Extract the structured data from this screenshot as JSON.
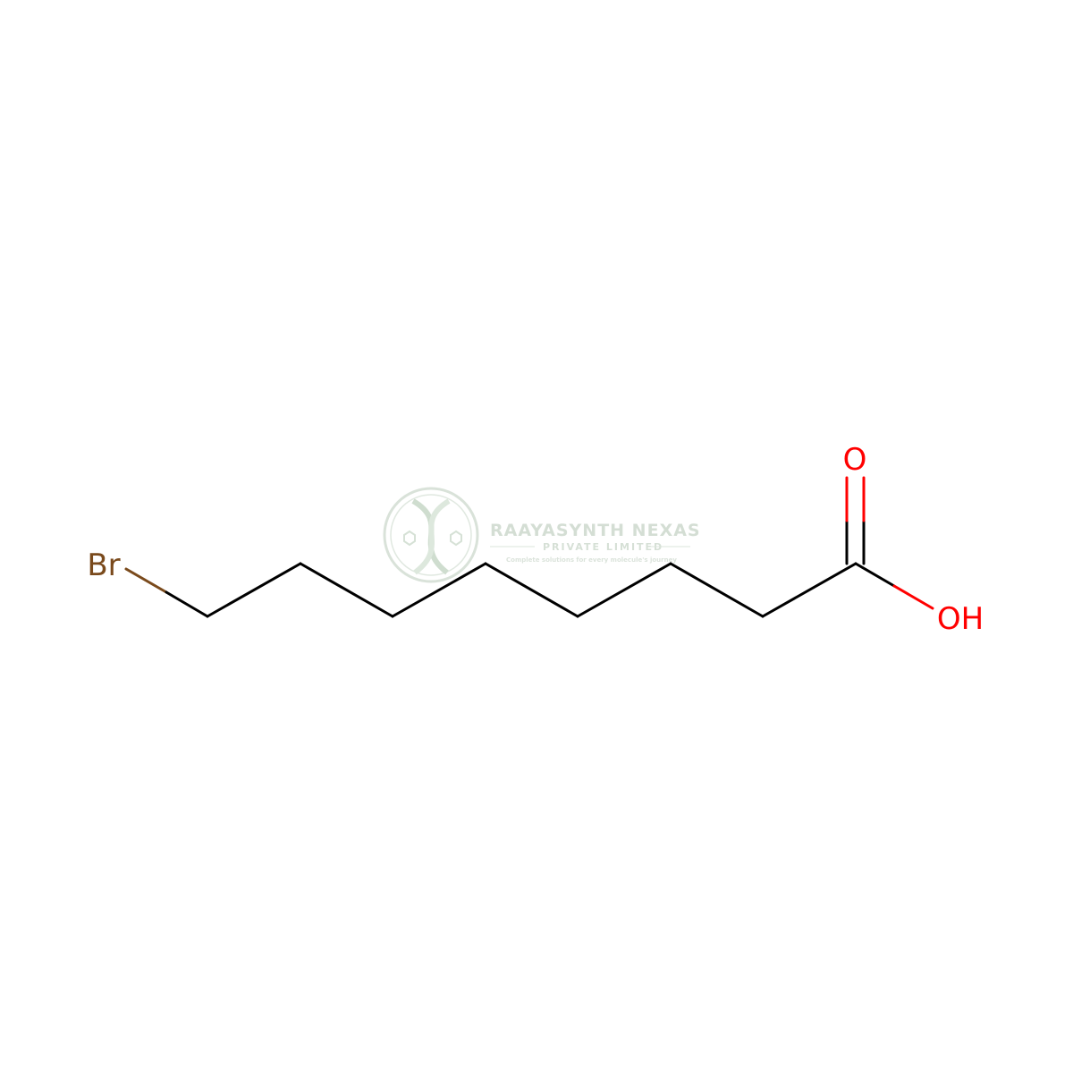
{
  "molecule": {
    "atoms": {
      "bromine": "Br",
      "carbonyl_oxygen": "O",
      "hydroxyl": "OH"
    },
    "colors": {
      "bond": "#000000",
      "bromine": "#7a4a1c",
      "oxygen": "#ff0000"
    }
  },
  "watermark": {
    "title": "RAAYASYNTH NEXAS",
    "subtitle": "PRIVATE LIMITED",
    "tagline": "Complete solutions for every molecule's journey",
    "color": "#c9d7c9",
    "icon": "dna-helix-logo-icon"
  }
}
